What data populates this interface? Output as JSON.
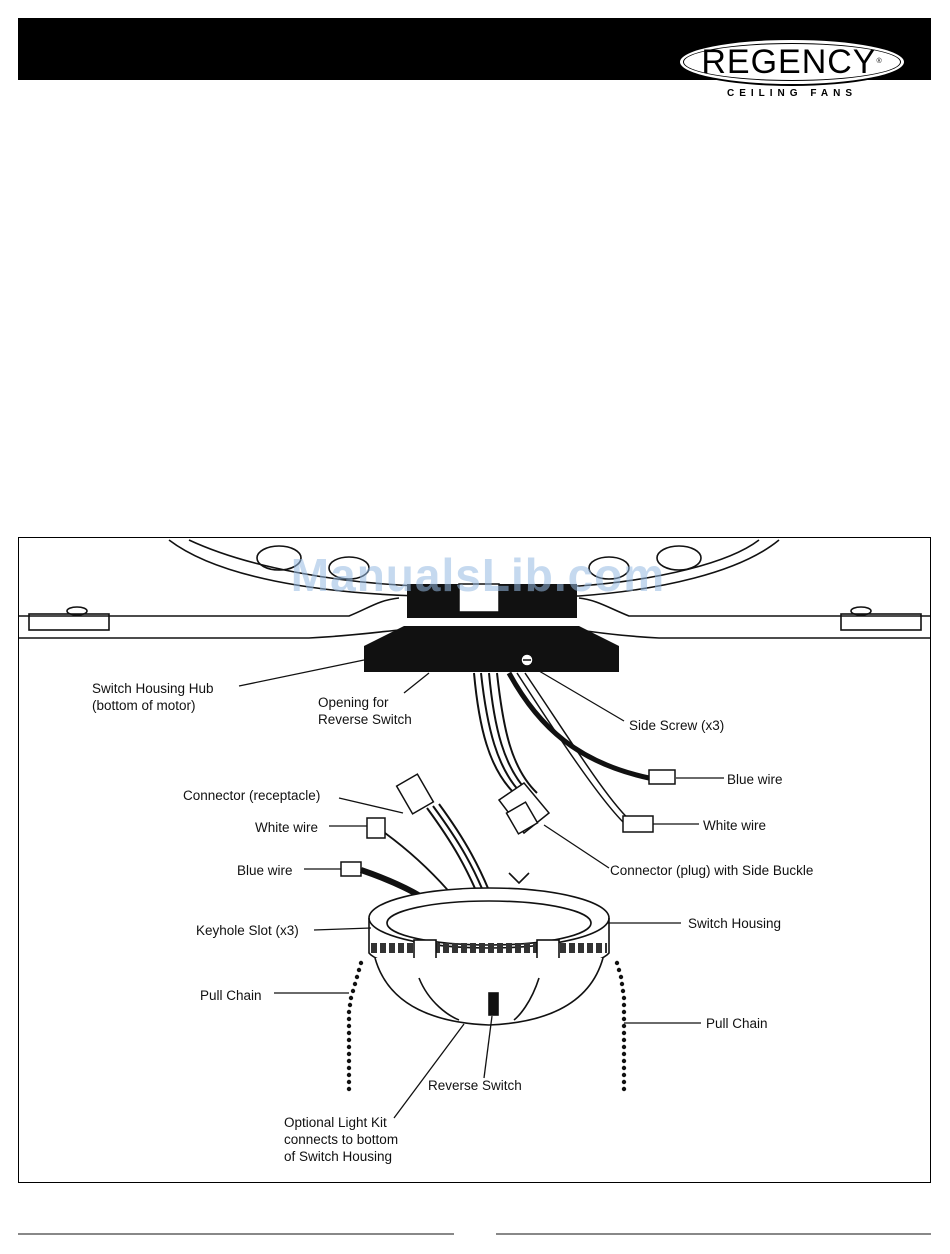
{
  "header": {
    "brand_name": "REGENCY",
    "brand_registered_mark": "®",
    "brand_tagline": "CEILING FANS"
  },
  "watermark": "ManualsLib.com",
  "figure": {
    "callouts": {
      "switch_housing_hub": [
        "Switch Housing Hub",
        "(bottom of motor)"
      ],
      "opening_reverse_switch": [
        "Opening for",
        "Reverse Switch"
      ],
      "side_screw": "Side Screw (x3)",
      "blue_wire_right": "Blue wire",
      "white_wire_right": "White wire",
      "connector_receptacle": "Connector (receptacle)",
      "white_wire_left": "White wire",
      "blue_wire_left": "Blue wire",
      "connector_plug": "Connector (plug) with Side Buckle",
      "keyhole_slot": "Keyhole Slot (x3)",
      "switch_housing": "Switch Housing",
      "pull_chain_left": "Pull Chain",
      "pull_chain_right": "Pull Chain",
      "reverse_switch": "Reverse Switch",
      "optional_light_kit": [
        "Optional Light Kit",
        "connects to bottom",
        "of Switch Housing"
      ]
    }
  }
}
